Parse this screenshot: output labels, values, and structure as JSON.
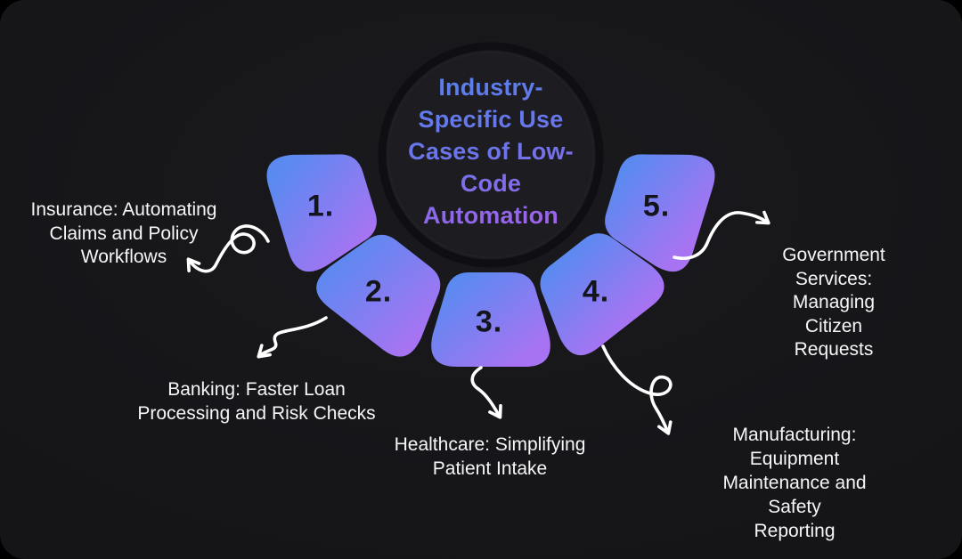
{
  "center_circle": {
    "title": "Industry-\nSpecific Use\nCases of Low-\nCode\nAutomation"
  },
  "petals": [
    {
      "number": "1.",
      "label": "Insurance: Automating\nClaims and Policy\nWorkflows"
    },
    {
      "number": "2.",
      "label": "Banking: Faster Loan\nProcessing and Risk Checks"
    },
    {
      "number": "3.",
      "label": "Healthcare: Simplifying\nPatient Intake"
    },
    {
      "number": "4.",
      "label": "Manufacturing: Equipment\nMaintenance and Safety\nReporting"
    },
    {
      "number": "5.",
      "label": "Government Services:\nManaging Citizen Requests"
    }
  ],
  "colors": {
    "page_background": "#000000",
    "canvas_background": "#17171a",
    "petal_gradient_start": "#5A8AF0",
    "petal_gradient_end": "#A873F3",
    "title_gradient_start": "#5B7EEC",
    "title_gradient_end": "#9D63E9",
    "circle_fill": "#1C1C21",
    "circle_ring": "#0F0F13",
    "number_text": "#14141C",
    "label_text": "#F6F6F6",
    "arrow": "#FFFFFF"
  }
}
